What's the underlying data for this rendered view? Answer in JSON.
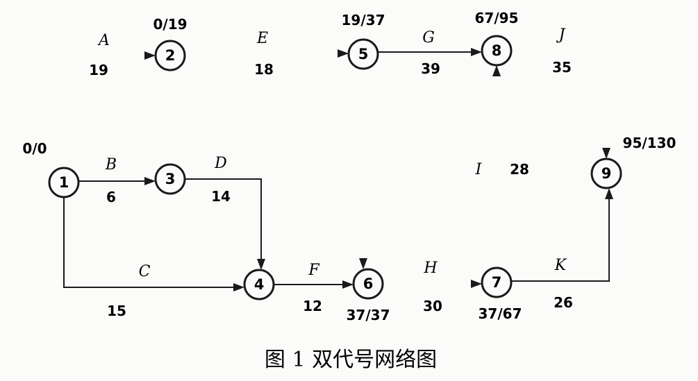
{
  "caption": "图 1   双代号网络图",
  "nodes": [
    {
      "id": "1",
      "time": "0/0"
    },
    {
      "id": "2",
      "time": "0/19"
    },
    {
      "id": "3",
      "time": ""
    },
    {
      "id": "4",
      "time": ""
    },
    {
      "id": "5",
      "time": "19/37"
    },
    {
      "id": "6",
      "time": "37/37"
    },
    {
      "id": "7",
      "time": "37/67"
    },
    {
      "id": "8",
      "time": "67/95"
    },
    {
      "id": "9",
      "time": "95/130"
    }
  ],
  "activities": [
    {
      "name": "A",
      "duration": "19",
      "from": "1",
      "to": "2",
      "critical": true
    },
    {
      "name": "B",
      "duration": "6",
      "from": "1",
      "to": "3",
      "critical": false
    },
    {
      "name": "C",
      "duration": "15",
      "from": "1",
      "to": "4",
      "critical": false
    },
    {
      "name": "D",
      "duration": "14",
      "from": "3",
      "to": "4",
      "critical": false
    },
    {
      "name": "E",
      "duration": "18",
      "from": "2",
      "to": "5",
      "critical": true
    },
    {
      "name": "F",
      "duration": "12",
      "from": "4",
      "to": "6",
      "critical": false
    },
    {
      "name": "G",
      "duration": "39",
      "from": "5",
      "to": "8",
      "critical": false
    },
    {
      "name": "H",
      "duration": "30",
      "from": "6",
      "to": "7",
      "critical": true
    },
    {
      "name": "I",
      "duration": "28",
      "from": "7",
      "to": "8",
      "critical": true
    },
    {
      "name": "J",
      "duration": "35",
      "from": "8",
      "to": "9",
      "critical": true
    },
    {
      "name": "K",
      "duration": "26",
      "from": "7",
      "to": "9",
      "critical": false
    }
  ],
  "dummies": [
    {
      "from": "5",
      "to": "6",
      "critical": true
    }
  ]
}
